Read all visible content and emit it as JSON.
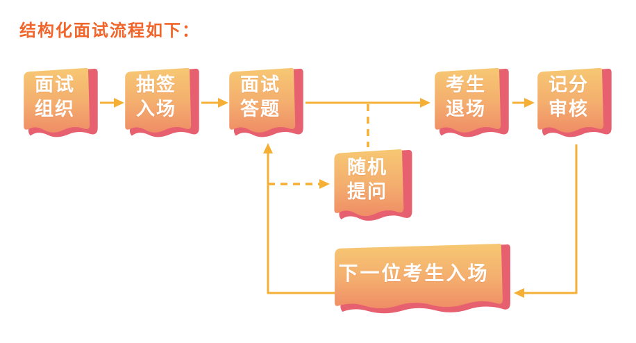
{
  "title": "结构化面试流程如下：",
  "colors": {
    "title_text": "#F2652A",
    "arrow": "#F5AF34",
    "paper_gradient_top": "#F6C873",
    "paper_gradient_bottom": "#EF8D66",
    "paper_fold_pink": "#E7606F",
    "node_text": "#FFFFFF",
    "background": "#FFFFFF"
  },
  "diagram": {
    "nodes": [
      {
        "id": "interview-organization",
        "label": "面试\n组织"
      },
      {
        "id": "draw-lots-entry",
        "label": "抽签\n入场"
      },
      {
        "id": "interview-answering",
        "label": "面试\n答题"
      },
      {
        "id": "candidate-exit",
        "label": "考生\n退场"
      },
      {
        "id": "score-review",
        "label": "记分\n审核"
      },
      {
        "id": "random-questions",
        "label": "随机\n提问"
      },
      {
        "id": "next-candidate-entry",
        "label": "下一位考生入场"
      }
    ],
    "edges": [
      {
        "from": "interview-organization",
        "to": "draw-lots-entry",
        "style": "solid"
      },
      {
        "from": "draw-lots-entry",
        "to": "interview-answering",
        "style": "solid"
      },
      {
        "from": "interview-answering",
        "to": "candidate-exit",
        "style": "solid"
      },
      {
        "from": "candidate-exit",
        "to": "score-review",
        "style": "solid"
      },
      {
        "from": "interview-answering",
        "to": "random-questions",
        "style": "dashed"
      },
      {
        "from": "score-review",
        "to": "next-candidate-entry",
        "style": "solid"
      },
      {
        "from": "next-candidate-entry",
        "to": "interview-answering",
        "style": "solid"
      }
    ]
  }
}
